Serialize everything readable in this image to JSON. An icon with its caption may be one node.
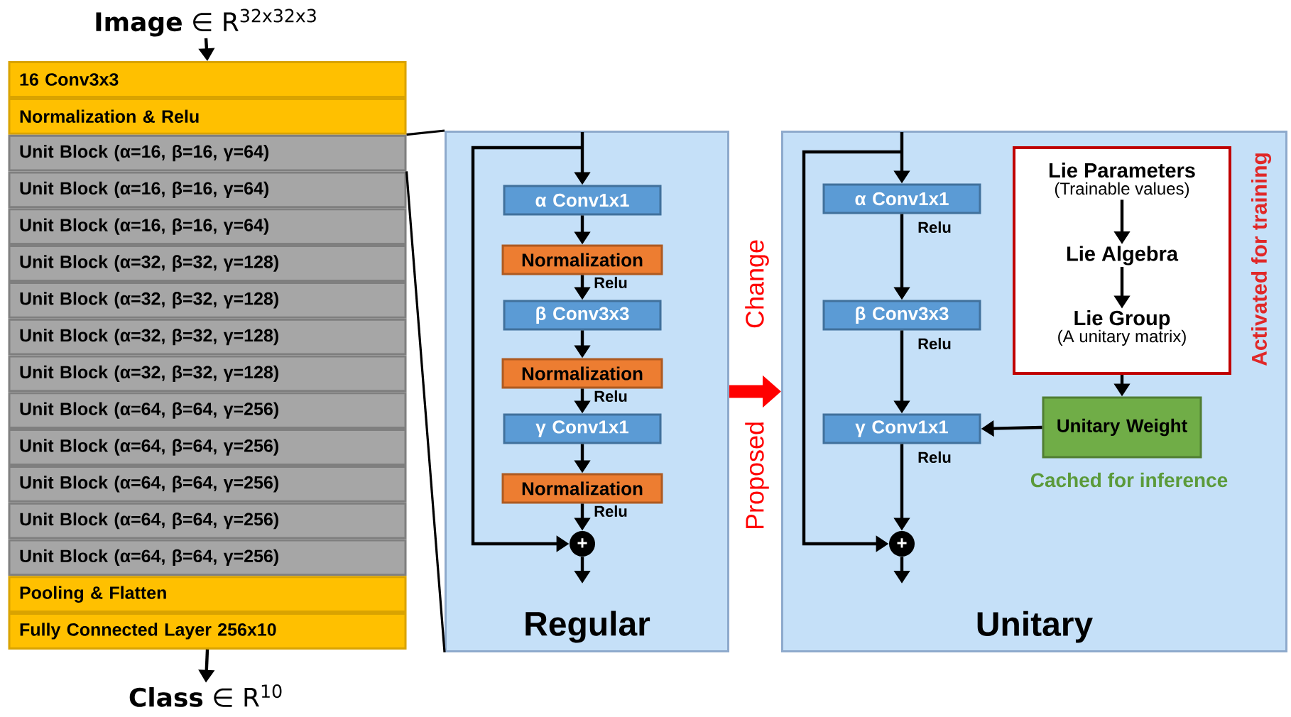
{
  "diagram": {
    "nodes": [
      {
        "text": [
          "**Image** ∈ R$^{32x32x3}$"
        ]
      },
      {
        "text": [
          "16 Conv3x3"
        ]
      },
      {
        "text": [
          "Normalization & Relu"
        ]
      },
      {
        "text": [
          "Unit Block (α=16, β=16, γ=64)"
        ]
      },
      {
        "text": [
          "Unit Block (α=16, β=16, γ=64)"
        ]
      },
      {
        "text": [
          "Unit Block (α=16, β=16, γ=64)"
        ]
      },
      {
        "text": [
          "Unit Block (α=32, β=32, γ=128)"
        ]
      },
      {
        "text": [
          "Unit Block (α=32, β=32, γ=128)"
        ]
      },
      {
        "text": [
          "Unit Block (α=32, β=32, γ=128)"
        ]
      },
      {
        "text": [
          "Unit Block (α=32, β=32, γ=128)"
        ]
      },
      {
        "text": [
          "Unit Block (α=64, β=64, γ=256)"
        ]
      },
      {
        "text": [
          "Unit Block (α=64, β=64, γ=256)"
        ]
      },
      {
        "text": [
          "Unit Block (α=64, β=64, γ=256)"
        ]
      },
      {
        "text": [
          "Unit Block (α=64, β=64, γ=256)"
        ]
      },
      {
        "text": [
          "Unit Block (α=64, β=64, γ=256)"
        ]
      },
      {
        "text": [
          "Pooling & Flatten"
        ]
      },
      {
        "text": [
          "Fully Connected Layer 256x10"
        ]
      },
      {
        "text": [
          "**Class** ∈ R$^{10}$"
        ]
      },
      {
        "text": [
          "Regular"
        ]
      },
      {
        "text": [
          "α Conv1x1"
        ],
        "in": 18
      },
      {
        "text": [
          "Normalization"
        ],
        "in": 18,
        "beside": [
          "Relu"
        ]
      },
      {
        "text": [
          "β Conv3x3"
        ],
        "in": 18
      },
      {
        "text": [
          "Normalization"
        ],
        "in": 18,
        "beside": [
          "Relu"
        ]
      },
      {
        "text": [
          "γ Conv1x1"
        ],
        "in": 18
      },
      {
        "text": [
          "Normalization"
        ],
        "in": 18,
        "beside": [
          "Relu"
        ]
      },
      {
        "text": [
          "+"
        ],
        "in": 18
      },
      {
        "text": [
          "Unitary"
        ]
      },
      {
        "text": [
          "α Conv1x1"
        ],
        "in": 26,
        "beside": [
          "Relu"
        ]
      },
      {
        "text": [
          "β Conv3x3"
        ],
        "in": 26,
        "beside": [
          "Relu"
        ]
      },
      {
        "text": [
          "γ Conv1x1"
        ],
        "in": 26,
        "beside": [
          "Relu"
        ]
      },
      {
        "text": [
          "+"
        ],
        "in": 26
      },
      {
        "text": [
          "Activated for training"
        ],
        "in": 26
      },
      {
        "text": [
          "Lie Parameters",
          "(Trainable values)"
        ],
        "in": 31
      },
      {
        "text": [
          "Lie Algebra"
        ],
        "in": 31
      },
      {
        "text": [
          "Lie Group",
          "(A unitary matrix)"
        ],
        "in": 31
      },
      {
        "text": [
          "Unitary Weight"
        ],
        "in": 26,
        "beside": [
          "Cached for inference"
        ]
      }
    ],
    "edges": [
      {
        "from": 0,
        "to": 1,
        "arrow": "to"
      },
      {
        "from": 16,
        "to": 17,
        "arrow": "to"
      },
      {
        "from": 3,
        "to": 18,
        "arrow": "none"
      },
      {
        "from": 3,
        "to": 18,
        "arrow": "none"
      },
      {
        "from": null,
        "to": 19,
        "arrow": "to"
      },
      {
        "from": 19,
        "to": 20,
        "arrow": "to"
      },
      {
        "from": 20,
        "to": 21,
        "arrow": "to"
      },
      {
        "from": 21,
        "to": 22,
        "arrow": "to"
      },
      {
        "from": 22,
        "to": 23,
        "arrow": "to"
      },
      {
        "from": 23,
        "to": 24,
        "arrow": "to"
      },
      {
        "from": 24,
        "to": 25,
        "arrow": "to"
      },
      {
        "from": null,
        "to": 25,
        "arrow": "to"
      },
      {
        "from": 25,
        "to": null,
        "arrow": "to"
      },
      {
        "from": 18,
        "to": 26,
        "arrow": "to",
        "style": "thick",
        "color": "#ff0000"
      },
      {
        "from": null,
        "to": 27,
        "arrow": "to"
      },
      {
        "from": 27,
        "to": 28,
        "arrow": "to"
      },
      {
        "from": 28,
        "to": 29,
        "arrow": "to"
      },
      {
        "from": 29,
        "to": 30,
        "arrow": "to"
      },
      {
        "from": null,
        "to": 30,
        "arrow": "to"
      },
      {
        "from": 30,
        "to": null,
        "arrow": "to"
      },
      {
        "from": 32,
        "to": 33,
        "arrow": "to"
      },
      {
        "from": 33,
        "to": 34,
        "arrow": "to"
      },
      {
        "from": 31,
        "to": 35,
        "arrow": "to"
      },
      {
        "from": 35,
        "to": 29,
        "arrow": "to"
      }
    ],
    "labels": [
      "Change",
      "Proposed"
    ]
  }
}
